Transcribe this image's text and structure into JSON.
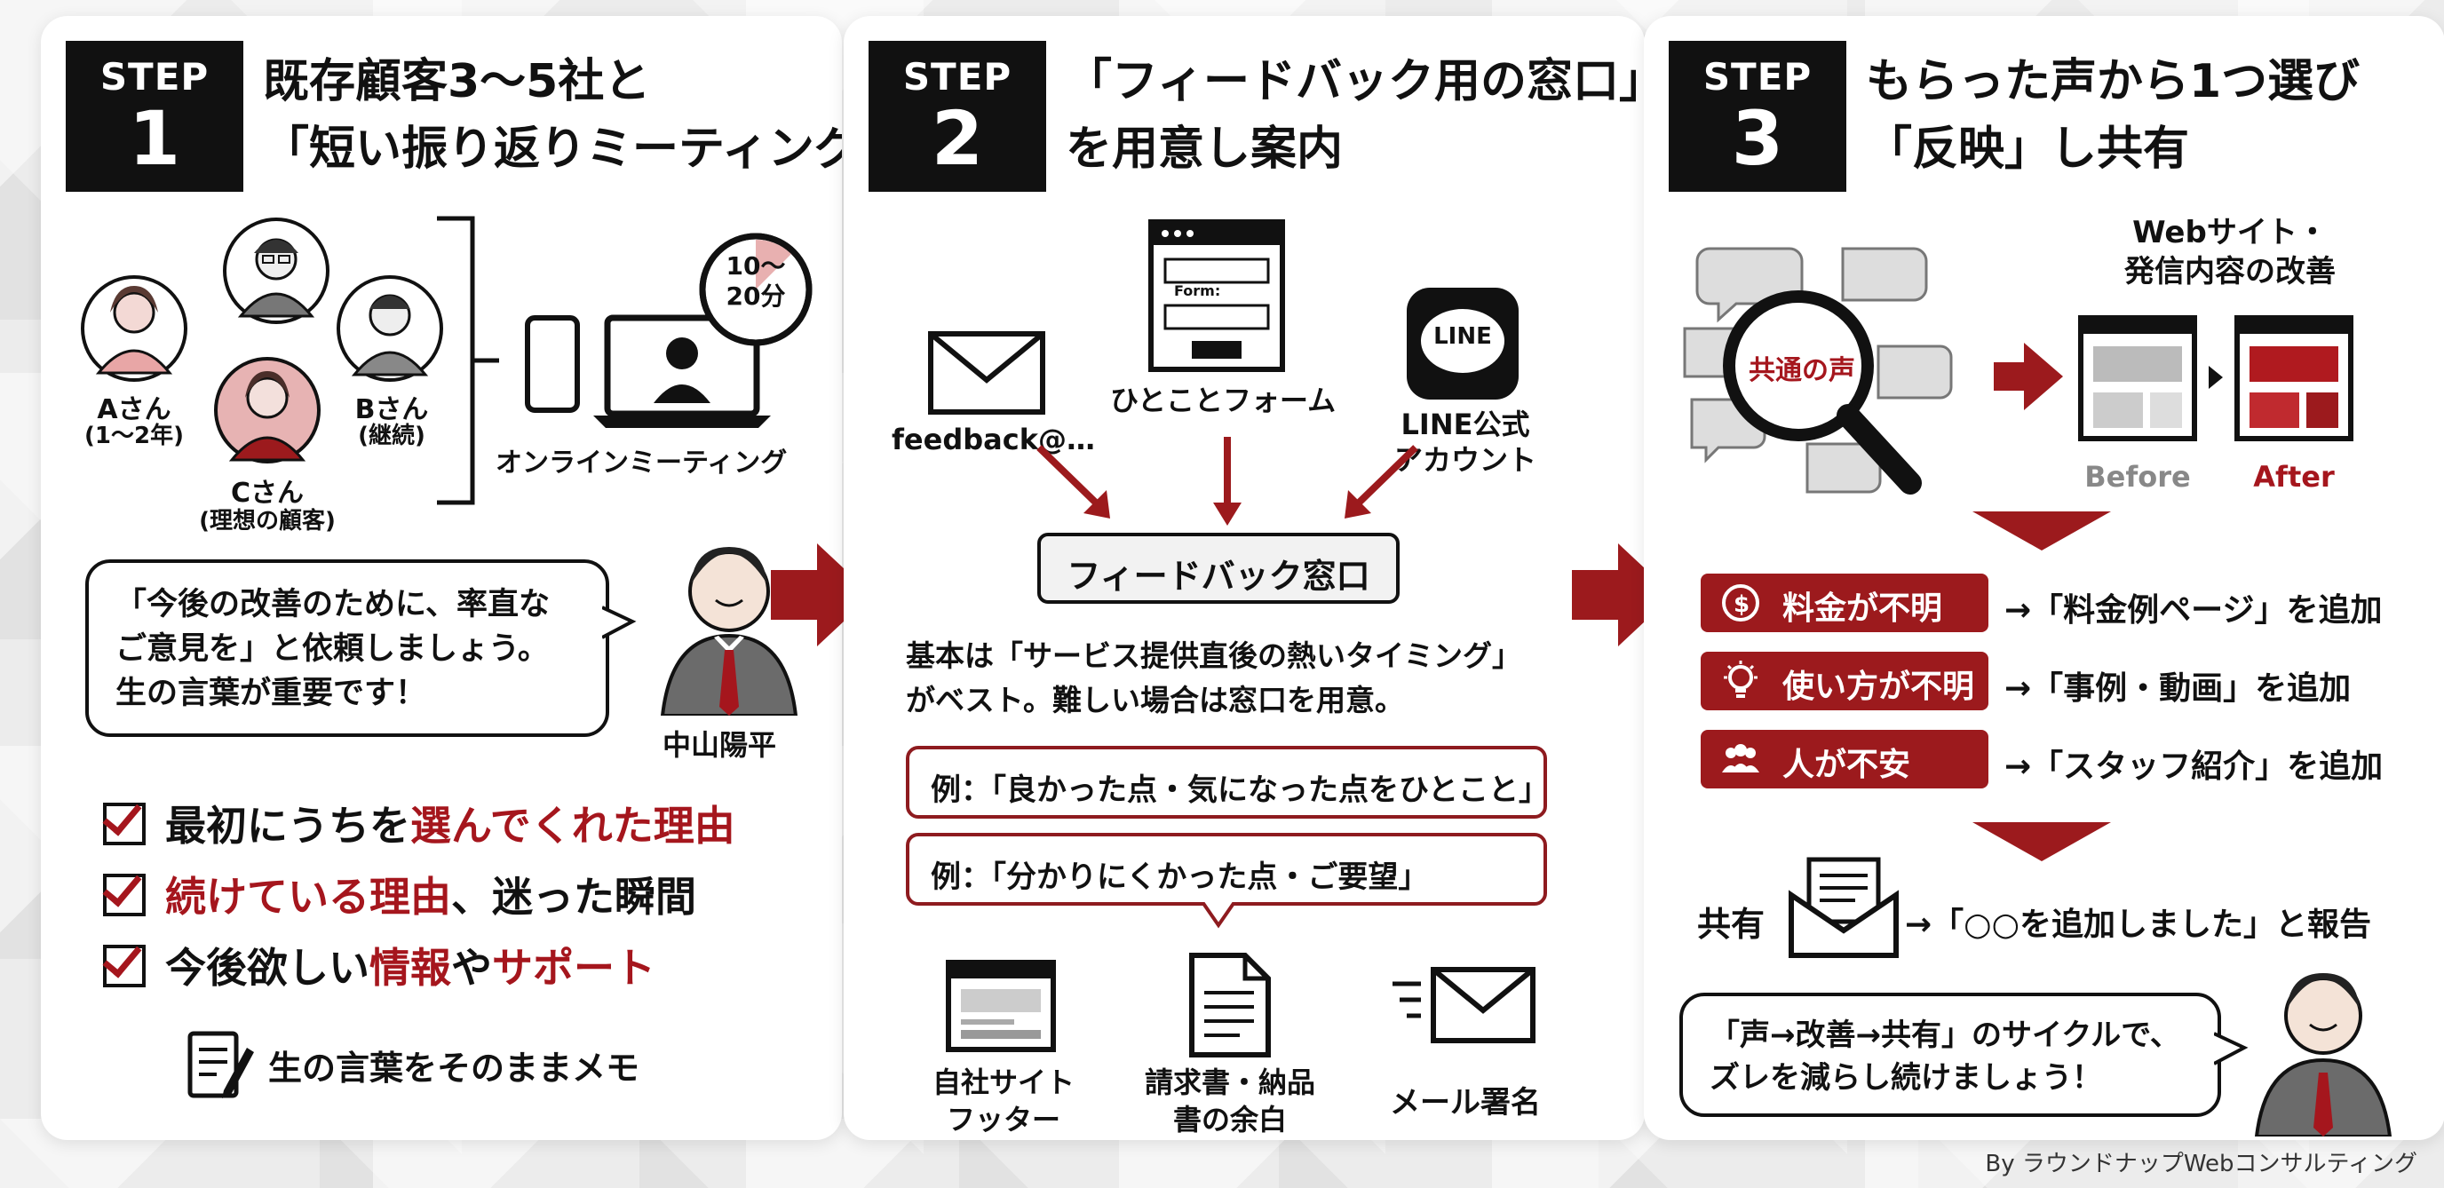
{
  "step_label": "STEP",
  "step1": {
    "number": "1",
    "title_line1": "既存顧客3〜5社と",
    "title_line2": "「短い振り返りミーティング」",
    "person_a": "Aさん",
    "person_a_sub": "(1〜2年)",
    "person_b": "Bさん",
    "person_b_sub": "(継続)",
    "person_c": "Cさん",
    "person_c_sub": "(理想の顧客)",
    "timer": "10〜\n20分",
    "timer_line1": "10〜",
    "timer_line2": "20分",
    "online_meeting": "オンラインミーティング",
    "bubble_line1": "「今後の改善のために、率直な",
    "bubble_line2": "ご意見を」と依頼しましょう。",
    "bubble_line3": "生の言葉が重要です！",
    "speaker": "中山陽平",
    "check1_a": "最初にうちを",
    "check1_b": "選んでくれた理由",
    "check2_a": "続けている理由",
    "check2_b": "、迷った瞬間",
    "check3_a": "今後欲しい",
    "check3_b": "情報",
    "check3_c": "や",
    "check3_d": "サポート",
    "memo": "生の言葉をそのままメモ"
  },
  "step2": {
    "number": "2",
    "title_line1": "「フィードバック用の窓口」",
    "title_line2": "を用意し案内",
    "mail_label": "feedback@…",
    "form_text": "Form:",
    "form_label": "ひとことフォーム",
    "line_icon_text": "LINE",
    "line_label1": "LINE公式",
    "line_label2": "アカウント",
    "window_label": "フィードバック窓口",
    "desc_line1": "基本は「サービス提供直後の熱いタイミング」",
    "desc_line2": "がベスト。難しい場合は窓口を用意。",
    "example1": "例：「良かった点・気になった点をひとこと」",
    "example2": "例：「分かりにくかった点・ご要望」",
    "place1_line1": "自社サイト",
    "place1_line2": "フッター",
    "place2_line1": "請求書・納品",
    "place2_line2": "書の余白",
    "place3": "メール署名"
  },
  "step3": {
    "number": "3",
    "title_line1": "もらった声から1つ選び",
    "title_line2": "「反映」し共有",
    "common_voice": "共通の声",
    "web_line1": "Webサイト・",
    "web_line2": "発信内容の改善",
    "before": "Before",
    "after": "After",
    "issue1": "料金が不明",
    "issue1_action": "→「料金例ページ」を追加",
    "issue2": "使い方が不明",
    "issue2_action": "→「事例・動画」を追加",
    "issue3": "人が不安",
    "issue3_action": "→「スタッフ紹介」を追加",
    "share_label": "共有",
    "share_action": "→「○○を追加しました」と報告",
    "cycle_line1": "「声→改善→共有」のサイクルで、",
    "cycle_line2": "ズレを減らし続けましょう！"
  },
  "footer": "By ラウンドナップWebコンサルティング",
  "colors": {
    "accent": "#9c1a1d",
    "ink": "#111111",
    "panel": "#ffffff"
  }
}
